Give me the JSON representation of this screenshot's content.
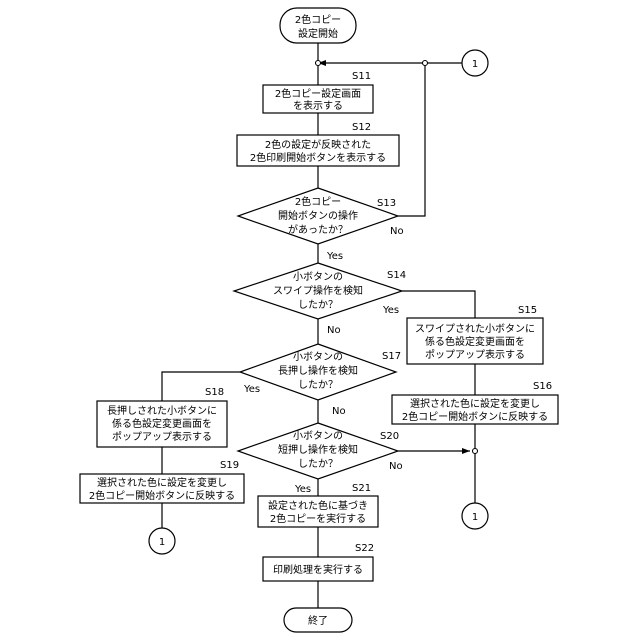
{
  "nodes": {
    "start": {
      "lines": [
        "2色コピー",
        "設定開始"
      ]
    },
    "s11": {
      "step": "S11",
      "lines": [
        "2色コピー設定画面",
        "を表示する"
      ]
    },
    "s12": {
      "step": "S12",
      "lines": [
        "2色の設定が反映された",
        "2色印刷開始ボタンを表示する"
      ]
    },
    "s13": {
      "step": "S13",
      "lines": [
        "2色コピー",
        "開始ボタンの操作",
        "があったか？"
      ]
    },
    "s14": {
      "step": "S14",
      "lines": [
        "小ボタンの",
        "スワイプ操作を検知",
        "したか？"
      ]
    },
    "s15": {
      "step": "S15",
      "lines": [
        "スワイプされた小ボタンに",
        "係る色設定変更画面を",
        "ポップアップ表示する"
      ]
    },
    "s16": {
      "step": "S16",
      "lines": [
        "選択された色に設定を変更し",
        "2色コピー開始ボタンに反映する"
      ]
    },
    "s17": {
      "step": "S17",
      "lines": [
        "小ボタンの",
        "長押し操作を検知",
        "したか？"
      ]
    },
    "s18": {
      "step": "S18",
      "lines": [
        "長押しされた小ボタンに",
        "係る色設定変更画面を",
        "ポップアップ表示する"
      ]
    },
    "s19": {
      "step": "S19",
      "lines": [
        "選択された色に設定を変更し",
        "2色コピー開始ボタンに反映する"
      ]
    },
    "s20": {
      "step": "S20",
      "lines": [
        "小ボタンの",
        "短押し操作を検知",
        "したか？"
      ]
    },
    "s21": {
      "step": "S21",
      "lines": [
        "設定された色に基づき",
        "2色コピーを実行する"
      ]
    },
    "s22": {
      "step": "S22",
      "lines": [
        "印刷処理を実行する"
      ]
    },
    "end": {
      "lines": [
        "終了"
      ]
    }
  },
  "connector": {
    "label": "1"
  },
  "branch_labels": {
    "yes": "Yes",
    "no": "No"
  }
}
